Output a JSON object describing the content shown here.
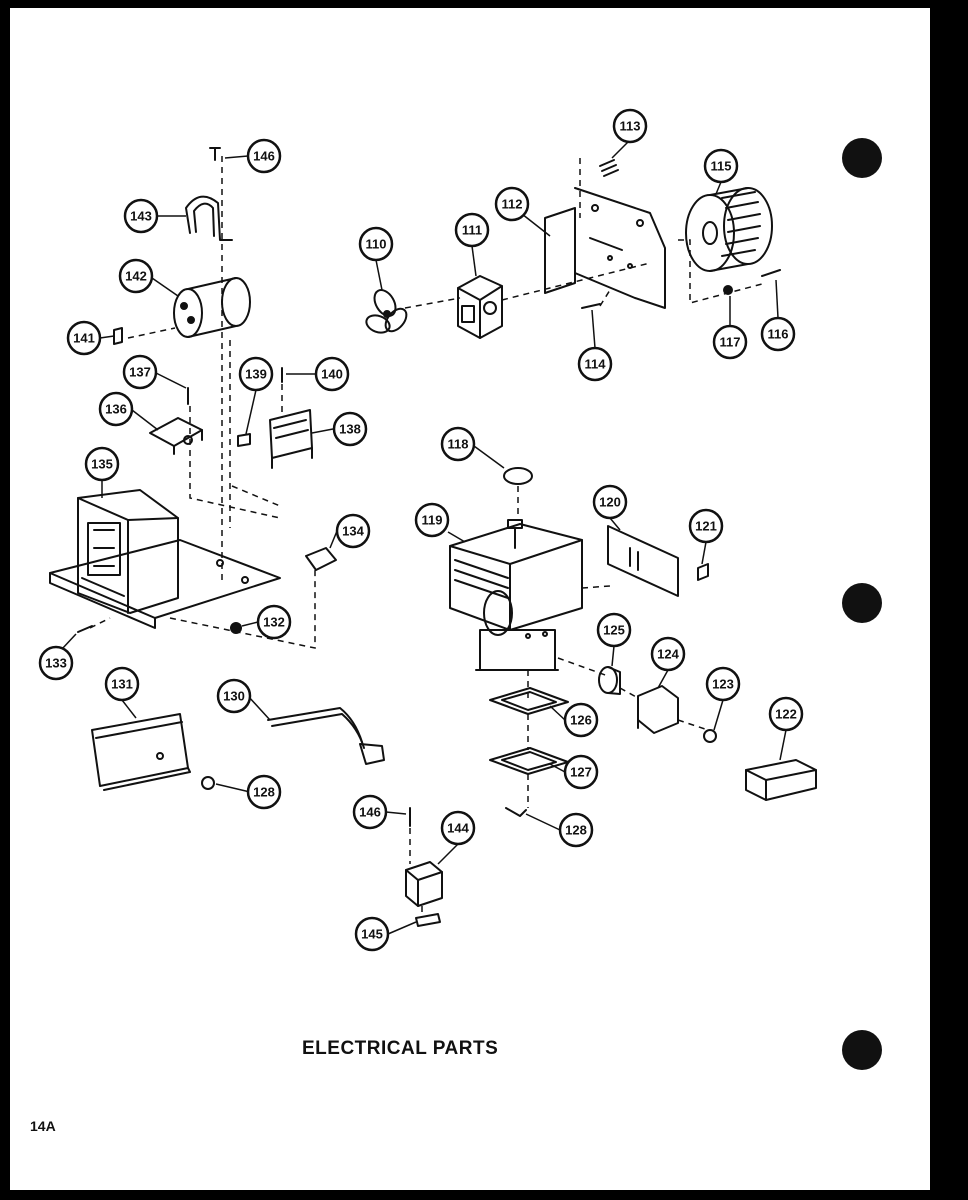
{
  "title": "ELECTRICAL PARTS",
  "page_number": "14A",
  "colors": {
    "ink": "#111111",
    "paper": "#ffffff",
    "border": "#000000"
  },
  "callouts": {
    "c110": "110",
    "c111": "111",
    "c112": "112",
    "c113": "113",
    "c114": "114",
    "c115": "115",
    "c116": "116",
    "c117": "117",
    "c118": "118",
    "c119": "119",
    "c120": "120",
    "c121": "121",
    "c122": "122",
    "c123": "123",
    "c124": "124",
    "c125": "125",
    "c126": "126",
    "c127": "127",
    "c128a": "128",
    "c128b": "128",
    "c130": "130",
    "c131": "131",
    "c132": "132",
    "c133": "133",
    "c134": "134",
    "c135": "135",
    "c136": "136",
    "c137": "137",
    "c138": "138",
    "c139": "139",
    "c140": "140",
    "c141": "141",
    "c142": "142",
    "c143": "143",
    "c145": "145",
    "c146": "146",
    "c146b": "146",
    "c144": "144"
  }
}
